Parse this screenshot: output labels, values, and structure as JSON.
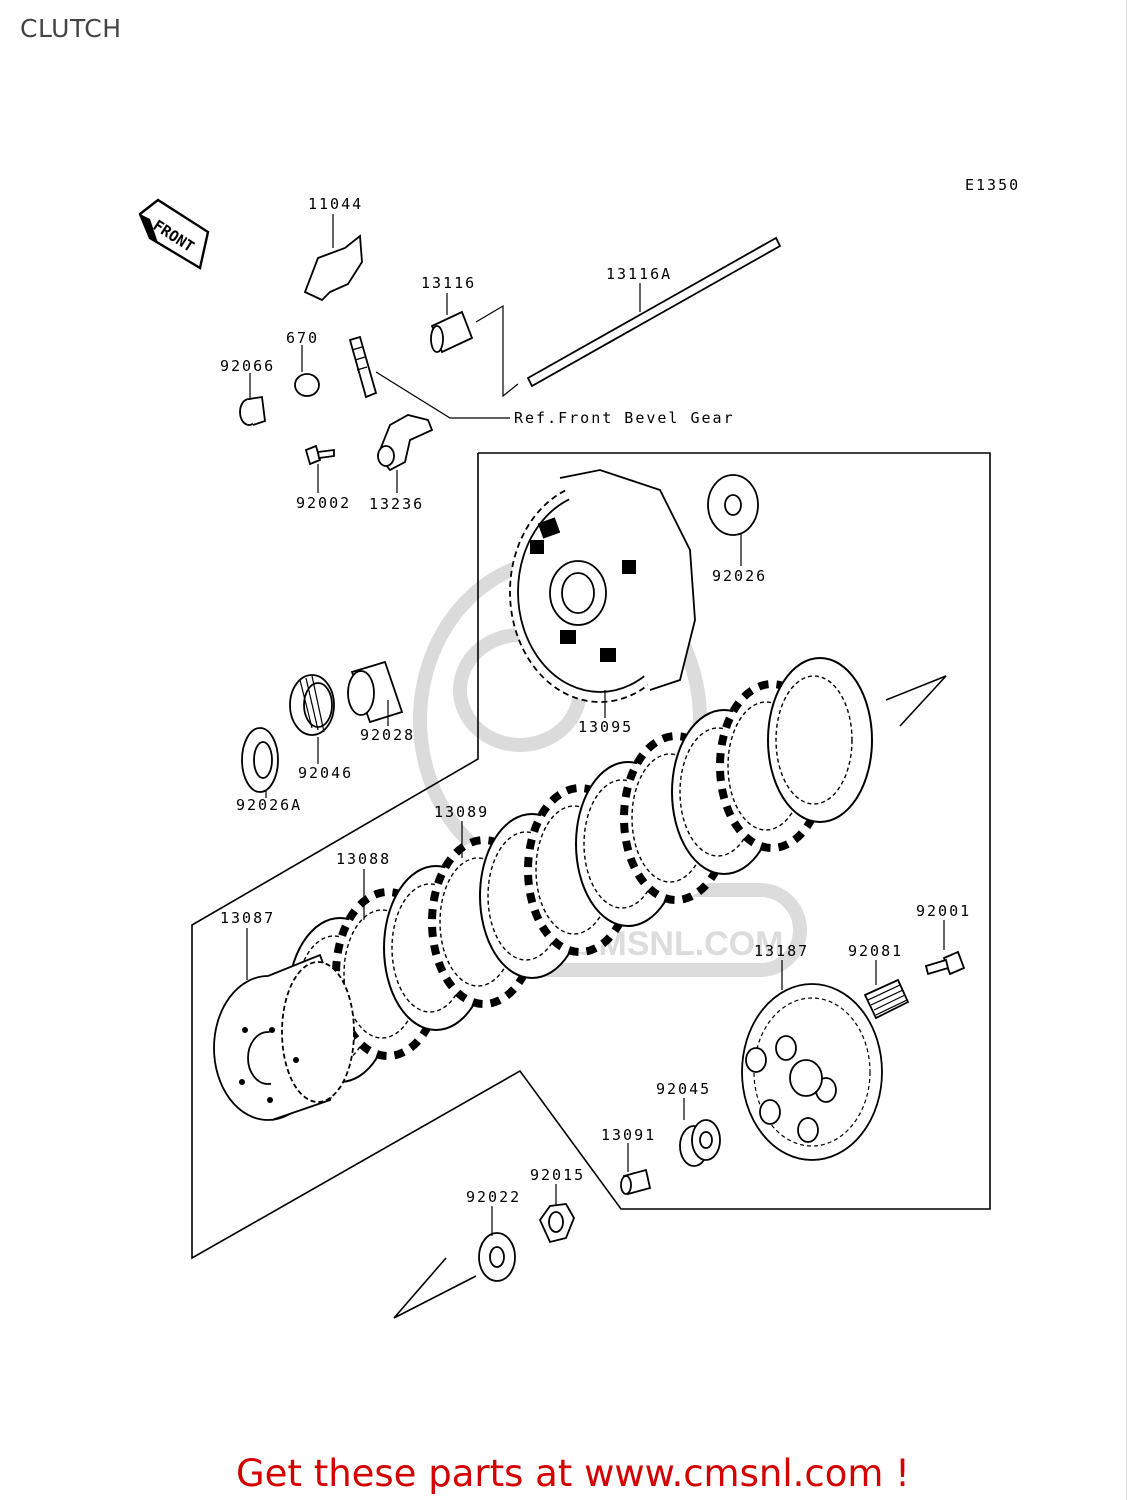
{
  "page": {
    "title": "CLUTCH"
  },
  "diagram": {
    "code": "E1350",
    "front_arrow": "FRONT",
    "reference_note": "Ref.Front Bevel Gear",
    "watermark": "WWW.CMSNL.COM",
    "parts": [
      {
        "id": "11044"
      },
      {
        "id": "13116"
      },
      {
        "id": "13116A"
      },
      {
        "id": "670"
      },
      {
        "id": "92066"
      },
      {
        "id": "92002"
      },
      {
        "id": "13236"
      },
      {
        "id": "92026"
      },
      {
        "id": "13095"
      },
      {
        "id": "92028"
      },
      {
        "id": "92046"
      },
      {
        "id": "92026A"
      },
      {
        "id": "13089"
      },
      {
        "id": "13088"
      },
      {
        "id": "13087"
      },
      {
        "id": "92001"
      },
      {
        "id": "13187"
      },
      {
        "id": "92081"
      },
      {
        "id": "92045"
      },
      {
        "id": "13091"
      },
      {
        "id": "92015"
      },
      {
        "id": "92022"
      }
    ]
  },
  "footer": {
    "cta": "Get these parts at www.cmsnl.com !",
    "color": "#d40000"
  }
}
